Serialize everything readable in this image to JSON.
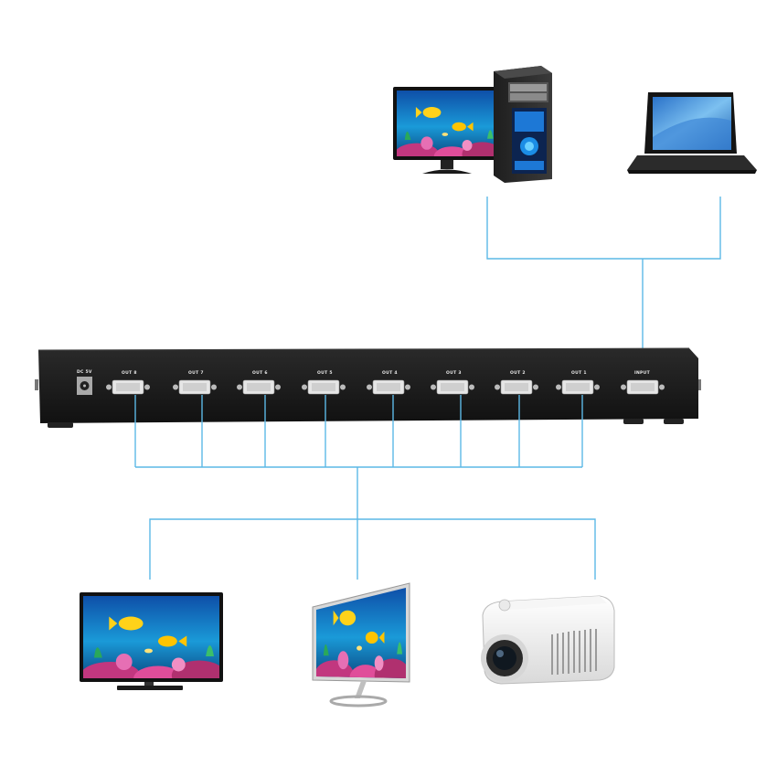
{
  "splitter": {
    "power_label": "DC 5V",
    "input_label": "INPUT",
    "output_labels": [
      "OUT 8",
      "OUT 7",
      "OUT 6",
      "OUT 5",
      "OUT 4",
      "OUT 3",
      "OUT 2",
      "OUT 1"
    ]
  },
  "sources": [
    {
      "name": "desktop-computer"
    },
    {
      "name": "laptop"
    }
  ],
  "displays": [
    {
      "name": "television"
    },
    {
      "name": "monitor"
    },
    {
      "name": "projector"
    }
  ],
  "colors": {
    "cable": "#5cb8e6",
    "chassis": "#1b1b1b",
    "screen_water": "#1a7fd0",
    "fish": "#ffd21a",
    "coral": "#d23c8c"
  }
}
